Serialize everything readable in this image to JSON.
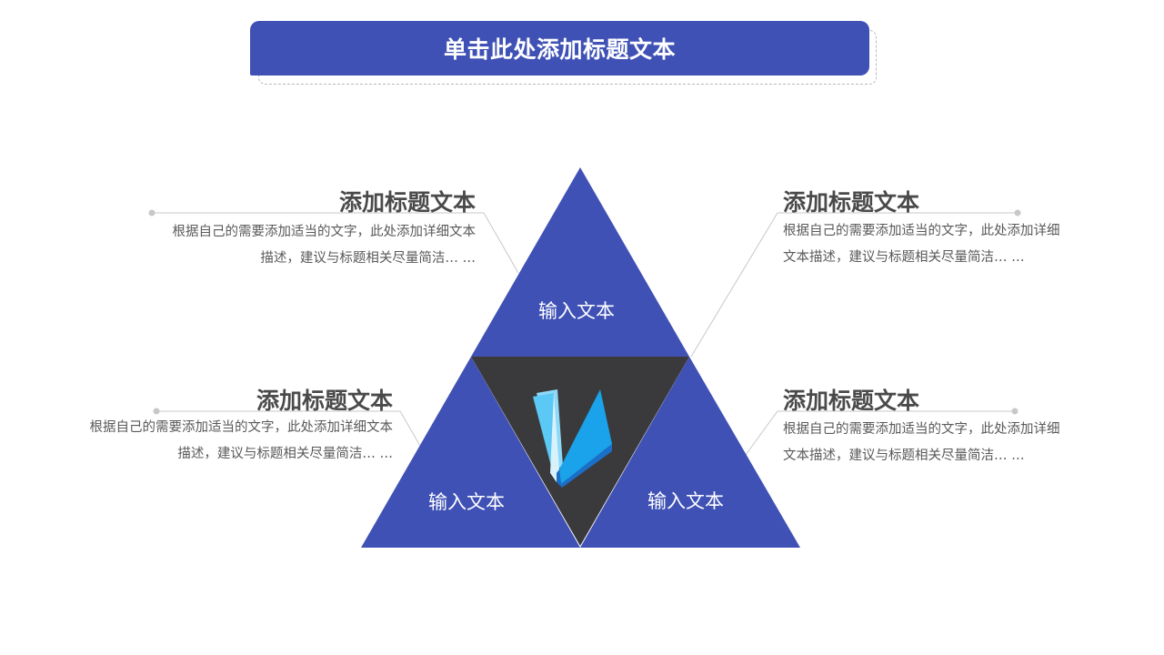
{
  "slide": {
    "title": "单击此处添加标题文本"
  },
  "colors": {
    "primary": "#3f51b5",
    "center": "#3a3a3c",
    "book_light": "#5cc8f5",
    "book_dark": "#1b6fc9",
    "line": "#c8c8c8"
  },
  "triangles": {
    "top_label": "输入文本",
    "left_label": "输入文本",
    "right_label": "输入文本",
    "center_icon": "book-icon"
  },
  "callouts": [
    {
      "heading": "添加标题文本",
      "text": "根据自己的需要添加适当的文字，此处添加详细文本描述，建议与标题相关尽量简洁… …"
    },
    {
      "heading": "添加标题文本",
      "text": "根据自己的需要添加适当的文字，此处添加详细文本描述，建议与标题相关尽量简洁… …"
    },
    {
      "heading": "添加标题文本",
      "text": "根据自己的需要添加适当的文字，此处添加详细文本描述，建议与标题相关尽量简洁… …"
    },
    {
      "heading": "添加标题文本",
      "text": "根据自己的需要添加适当的文字，此处添加详细文本描述，建议与标题相关尽量简洁… …"
    }
  ]
}
